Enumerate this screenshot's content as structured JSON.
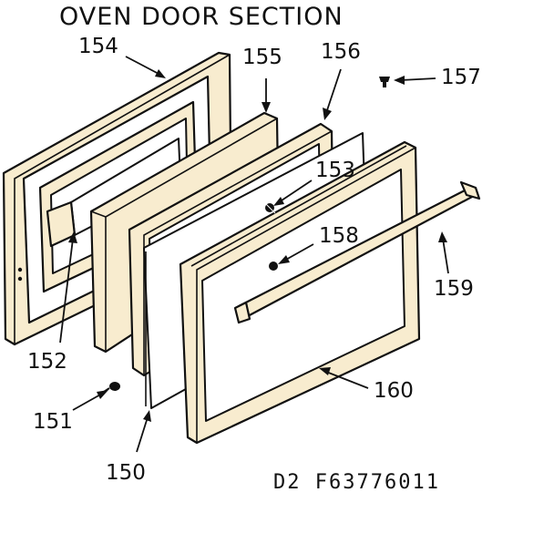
{
  "diagram": {
    "title": "OVEN DOOR SECTION",
    "drawing_code": "D2 F63776011",
    "colors": {
      "panel_fill": "#f8eccf",
      "line": "#111111"
    },
    "callouts": [
      {
        "id": "154",
        "label": "154"
      },
      {
        "id": "155",
        "label": "155"
      },
      {
        "id": "156",
        "label": "156"
      },
      {
        "id": "157",
        "label": "157"
      },
      {
        "id": "153",
        "label": "153"
      },
      {
        "id": "158",
        "label": "158"
      },
      {
        "id": "159",
        "label": "159"
      },
      {
        "id": "152",
        "label": "152"
      },
      {
        "id": "151",
        "label": "151"
      },
      {
        "id": "160",
        "label": "160"
      },
      {
        "id": "150",
        "label": "150"
      }
    ]
  }
}
